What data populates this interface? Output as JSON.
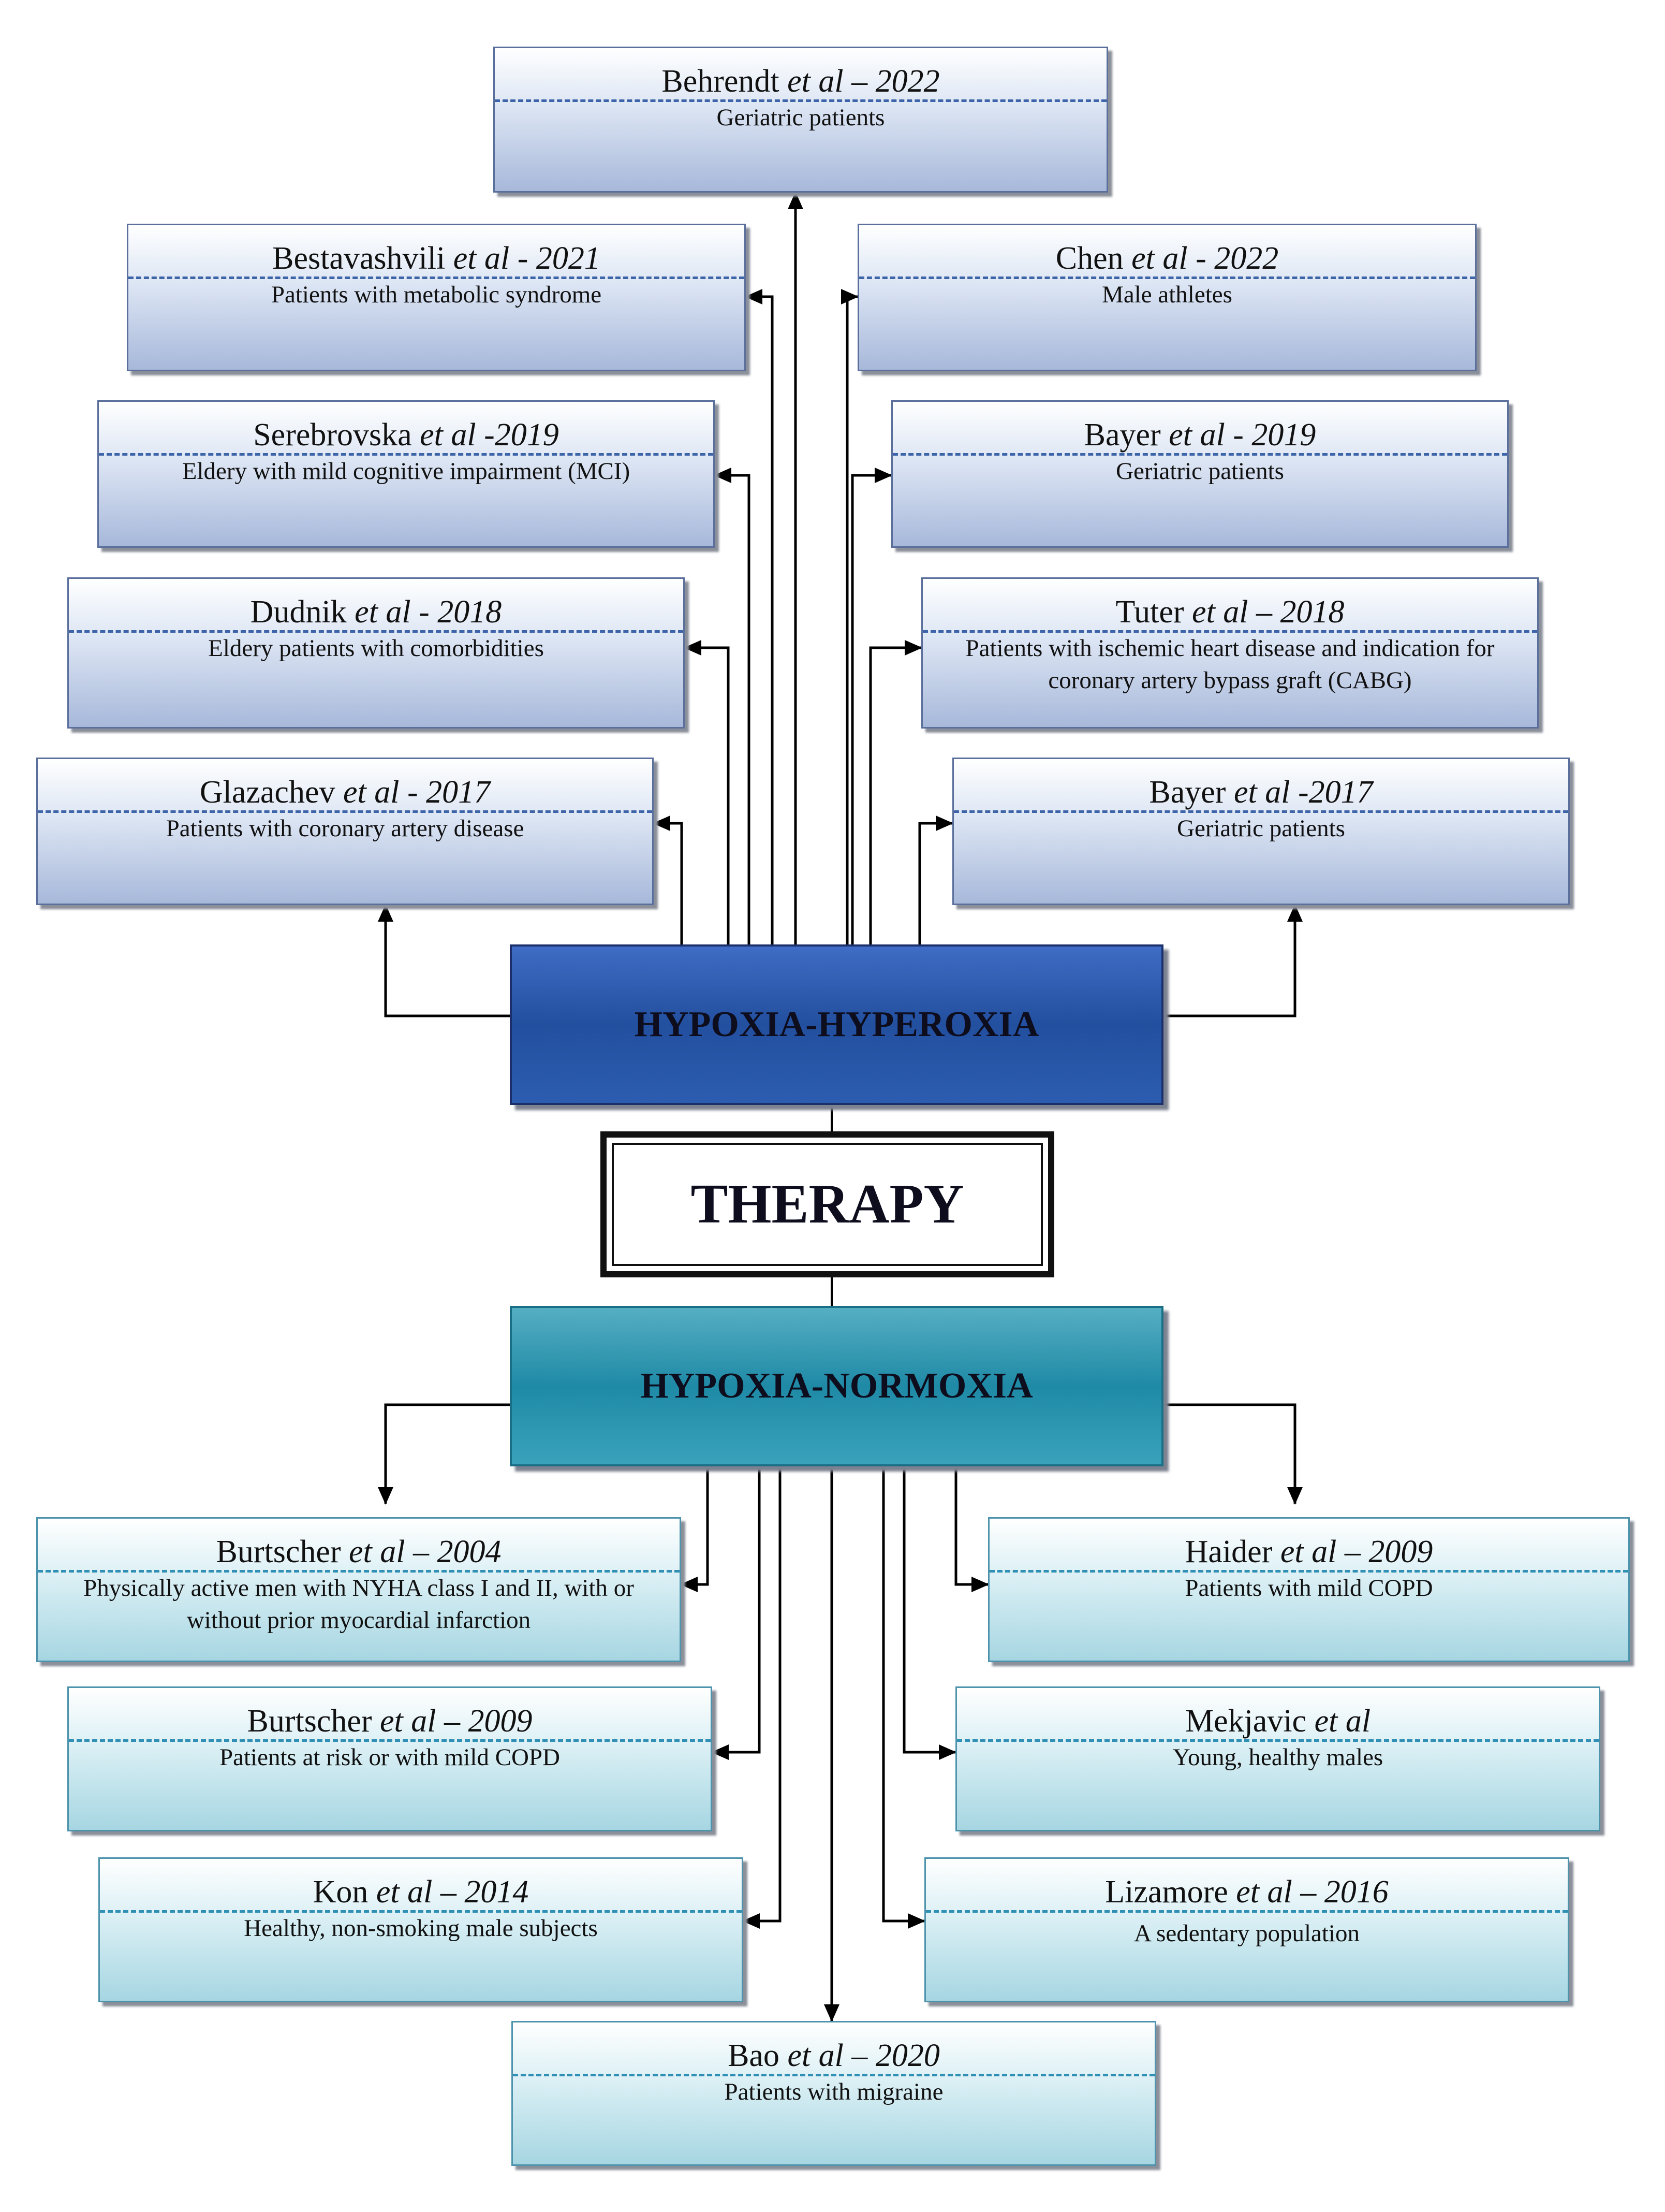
{
  "center": {
    "hyperoxia_label": "HYPOXIA-HYPEROXIA",
    "therapy_label": "THERAPY",
    "normoxia_label": "HYPOXIA-NORMOXIA"
  },
  "hyperoxia_studies": [
    {
      "author": "Behrendt",
      "etal": "et al",
      "year": "– 2022",
      "population": "Geriatric patients"
    },
    {
      "author": "Bestavashvili",
      "etal": "et al",
      "year": "- 2021",
      "population": "Patients with metabolic syndrome"
    },
    {
      "author": "Chen",
      "etal": "et al",
      "year": "- 2022",
      "population": "Male athletes"
    },
    {
      "author": "Serebrovska",
      "etal": "et al",
      "year": "-2019",
      "population": "Eldery with mild cognitive impairment (MCI)"
    },
    {
      "author": "Bayer",
      "etal": "et al",
      "year": "- 2019",
      "population": "Geriatric patients"
    },
    {
      "author": "Dudnik",
      "etal": "et al",
      "year": "- 2018",
      "population": "Eldery patients with comorbidities"
    },
    {
      "author": "Tuter",
      "etal": "et al",
      "year": "– 2018",
      "population": "Patients with ischemic heart disease and indication for coronary artery bypass graft (CABG)"
    },
    {
      "author": "Glazachev",
      "etal": "et al",
      "year": "- 2017",
      "population": "Patients with coronary artery disease"
    },
    {
      "author": "Bayer",
      "etal": "et al",
      "year": "-2017",
      "population": "Geriatric patients"
    }
  ],
  "normoxia_studies": [
    {
      "author": "Burtscher",
      "etal": "et al",
      "year": "– 2004",
      "population": "Physically active men with NYHA class I and II, with or without prior myocardial infarction"
    },
    {
      "author": "Haider",
      "etal": "et al",
      "year": "– 2009",
      "population": "Patients with mild COPD"
    },
    {
      "author": "Burtscher",
      "etal": "et al",
      "year": "– 2009",
      "population": "Patients at risk or with mild COPD"
    },
    {
      "author": "Mekjavic",
      "etal": "et al",
      "year": "",
      "population": "Young, healthy males"
    },
    {
      "author": "Kon",
      "etal": "et al",
      "year": "– 2014",
      "population": "Healthy, non-smoking male subjects"
    },
    {
      "author": "Lizamore",
      "etal": "et al",
      "year": "– 2016",
      "population": "A sedentary population"
    },
    {
      "author": "Bao",
      "etal": "et al",
      "year": "– 2020",
      "population": "Patients with migraine"
    }
  ]
}
